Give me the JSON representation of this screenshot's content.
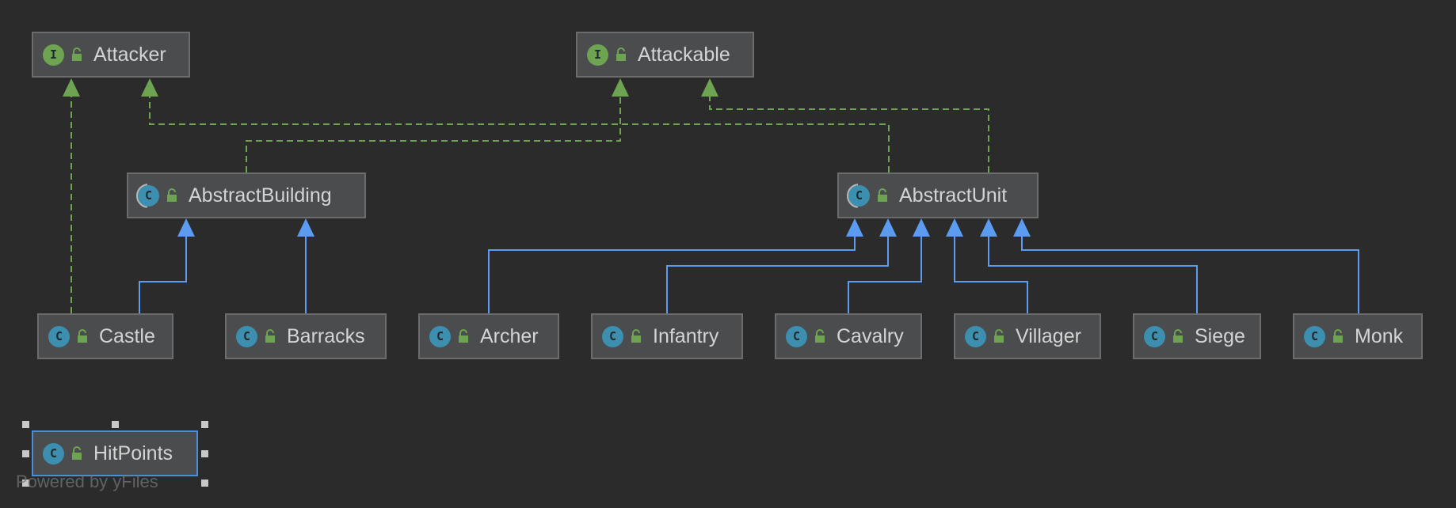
{
  "diagram": {
    "colors": {
      "background": "#2b2b2b",
      "node_fill": "#4a4c4e",
      "node_border": "#6c6c6c",
      "implements_edge": "#6ea351",
      "extends_edge": "#5b9cf0",
      "selection": "#4a8fd6"
    },
    "nodes": [
      {
        "id": "attacker",
        "label": "Attacker",
        "kind": "interface",
        "kind_letter": "I",
        "icon": "interface-icon",
        "visibility_icon": "public-lock-icon"
      },
      {
        "id": "attackable",
        "label": "Attackable",
        "kind": "interface",
        "kind_letter": "I",
        "icon": "interface-icon",
        "visibility_icon": "public-lock-icon"
      },
      {
        "id": "abstract-building",
        "label": "AbstractBuilding",
        "kind": "abstract-class",
        "kind_letter": "C",
        "icon": "abstract-class-icon",
        "visibility_icon": "public-lock-icon"
      },
      {
        "id": "abstract-unit",
        "label": "AbstractUnit",
        "kind": "abstract-class",
        "kind_letter": "C",
        "icon": "abstract-class-icon",
        "visibility_icon": "public-lock-icon"
      },
      {
        "id": "castle",
        "label": "Castle",
        "kind": "class",
        "kind_letter": "C",
        "icon": "class-icon",
        "visibility_icon": "public-lock-icon"
      },
      {
        "id": "barracks",
        "label": "Barracks",
        "kind": "class",
        "kind_letter": "C",
        "icon": "class-icon",
        "visibility_icon": "public-lock-icon"
      },
      {
        "id": "archer",
        "label": "Archer",
        "kind": "class",
        "kind_letter": "C",
        "icon": "class-icon",
        "visibility_icon": "public-lock-icon"
      },
      {
        "id": "infantry",
        "label": "Infantry",
        "kind": "class",
        "kind_letter": "C",
        "icon": "class-icon",
        "visibility_icon": "public-lock-icon"
      },
      {
        "id": "cavalry",
        "label": "Cavalry",
        "kind": "class",
        "kind_letter": "C",
        "icon": "class-icon",
        "visibility_icon": "public-lock-icon"
      },
      {
        "id": "villager",
        "label": "Villager",
        "kind": "class",
        "kind_letter": "C",
        "icon": "class-icon",
        "visibility_icon": "public-lock-icon"
      },
      {
        "id": "siege",
        "label": "Siege",
        "kind": "class",
        "kind_letter": "C",
        "icon": "class-icon",
        "visibility_icon": "public-lock-icon"
      },
      {
        "id": "monk",
        "label": "Monk",
        "kind": "class",
        "kind_letter": "C",
        "icon": "class-icon",
        "visibility_icon": "public-lock-icon"
      },
      {
        "id": "hitpoints",
        "label": "HitPoints",
        "kind": "class",
        "kind_letter": "C",
        "icon": "class-icon",
        "visibility_icon": "public-lock-icon",
        "selected": true
      }
    ],
    "edges": [
      {
        "from": "castle",
        "to": "attacker",
        "type": "implements"
      },
      {
        "from": "abstract-building",
        "to": "attackable",
        "type": "implements"
      },
      {
        "from": "abstract-unit",
        "to": "attacker",
        "type": "implements"
      },
      {
        "from": "abstract-unit",
        "to": "attackable",
        "type": "implements"
      },
      {
        "from": "castle",
        "to": "abstract-building",
        "type": "extends"
      },
      {
        "from": "barracks",
        "to": "abstract-building",
        "type": "extends"
      },
      {
        "from": "archer",
        "to": "abstract-unit",
        "type": "extends"
      },
      {
        "from": "infantry",
        "to": "abstract-unit",
        "type": "extends"
      },
      {
        "from": "cavalry",
        "to": "abstract-unit",
        "type": "extends"
      },
      {
        "from": "villager",
        "to": "abstract-unit",
        "type": "extends"
      },
      {
        "from": "siege",
        "to": "abstract-unit",
        "type": "extends"
      },
      {
        "from": "monk",
        "to": "abstract-unit",
        "type": "extends"
      }
    ]
  },
  "watermark": "Powered by yFiles"
}
